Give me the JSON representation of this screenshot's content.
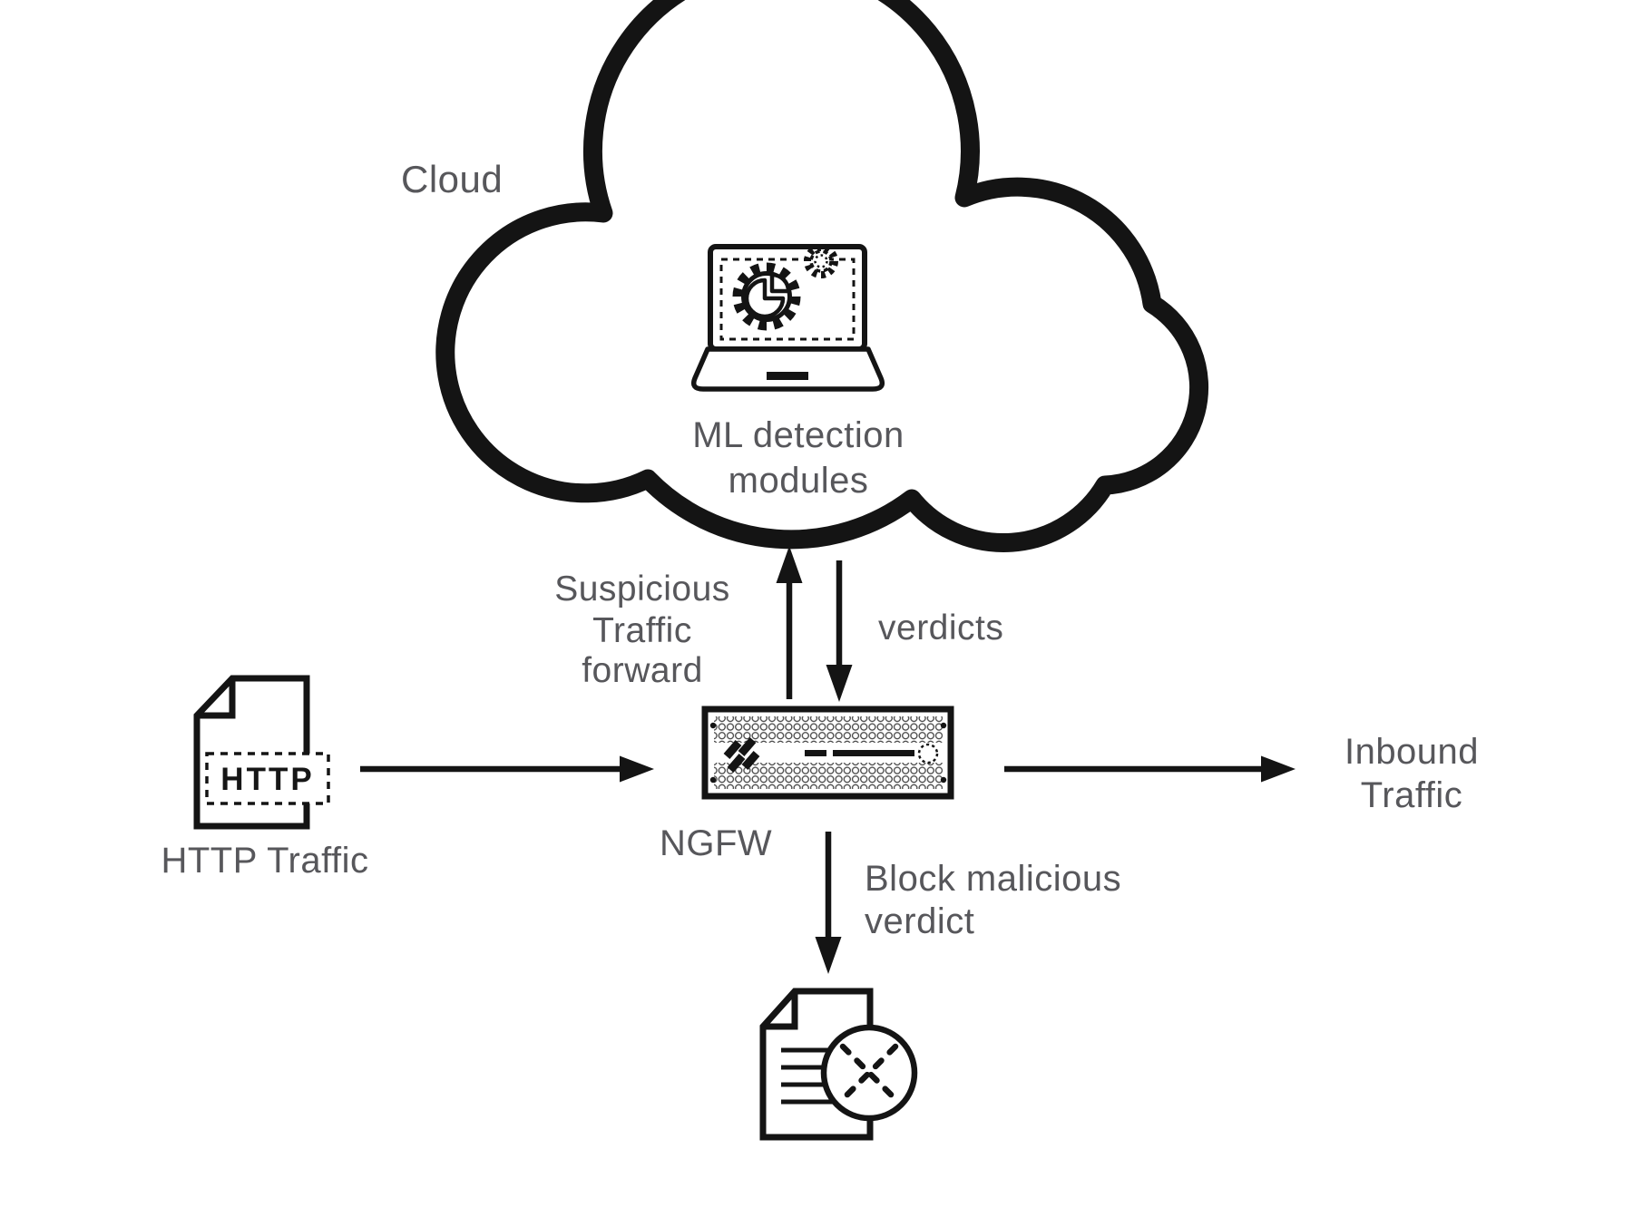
{
  "colors": {
    "ink": "#141414",
    "label": "#57575b",
    "background": "#ffffff"
  },
  "labels": {
    "cloud": "Cloud",
    "ml_line1": "ML detection",
    "ml_line2": "modules",
    "suspicious_line1": "Suspicious",
    "suspicious_line2": "Traffic",
    "suspicious_line3": "forward",
    "verdicts": "verdicts",
    "ngfw": "NGFW",
    "http_doc_text": "HTTP",
    "http_traffic": "HTTP Traffic",
    "inbound_line1": "Inbound",
    "inbound_line2": "Traffic",
    "block_line1": "Block malicious",
    "block_line2": "verdict"
  },
  "icons": {
    "cloud": "cloud-outline-icon",
    "laptop": "laptop-icon",
    "gear_large": "gear-with-pie-chart-icon",
    "gear_small": "dotted-gear-icon",
    "http_document": "http-document-icon",
    "ngfw_appliance": "firewall-appliance-icon",
    "blocked_document": "blocked-document-x-icon"
  },
  "flows": [
    {
      "from": "HTTP Traffic",
      "to": "NGFW",
      "label": ""
    },
    {
      "from": "NGFW",
      "to": "Cloud",
      "label": "Suspicious Traffic forward"
    },
    {
      "from": "Cloud",
      "to": "NGFW",
      "label": "verdicts"
    },
    {
      "from": "NGFW",
      "to": "Inbound Traffic",
      "label": ""
    },
    {
      "from": "NGFW",
      "to": "Blocked document",
      "label": "Block malicious verdict"
    }
  ]
}
